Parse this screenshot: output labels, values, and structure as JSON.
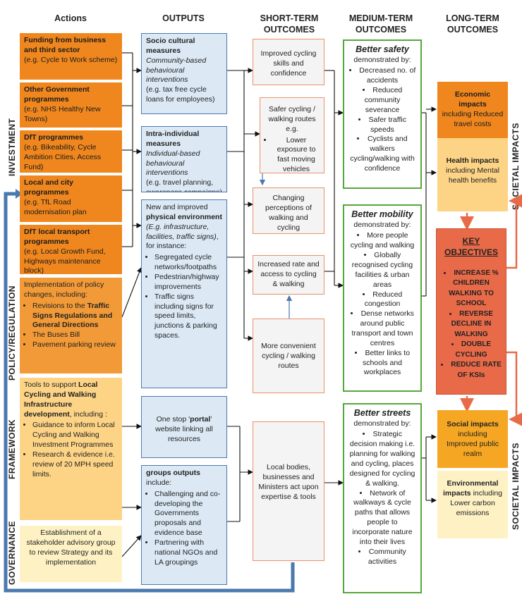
{
  "headers": {
    "actions": "Actions",
    "outputs": "OUTPUTS",
    "short_term": "SHORT-TERM OUTCOMES",
    "medium_term": "MEDIUM-TERM OUTCOMES",
    "long_term": "LONG-TERM OUTCOMES"
  },
  "side_labels": {
    "investment": "INVESTMENT",
    "policy": "POLICY/REGULATION",
    "framework": "FRAMEWORK",
    "governance": "GOVERNANCE",
    "societal_1": "SOCIETAL IMPACTS",
    "societal_2": "SOCIETAL IMPACTS"
  },
  "actions": {
    "a1_title": "Funding from business and third sector",
    "a1_sub": "(e.g. Cycle to Work scheme)",
    "a2_title": "Other Government programmes",
    "a2_sub": "(e.g. NHS Healthy New Towns)",
    "a3_title": "DfT programmes",
    "a3_sub": "(e.g. Bikeability, Cycle Ambition Cities, Access Fund)",
    "a4_title": "Local and city programmes",
    "a4_sub": "(e.g. TfL Road modernisation plan",
    "a5_title": "DfT local transport programmes",
    "a5_sub": "(e.g. Local Growth Fund, Highways maintenance block)",
    "policy_intro": "Implementation of policy changes, including:",
    "policy_b1_pre": "Revisions to the ",
    "policy_b1_bold": "Traffic Signs Regulations and General Directions",
    "policy_b2": "The Buses Bill",
    "policy_b3": "Pavement parking review",
    "fw_intro_pre": "Tools to support ",
    "fw_intro_bold": "Local Cycling and Walking Infrastructure development",
    "fw_intro_post": ", including :",
    "fw_b1": "Guidance to inform Local Cycling and Walking Investment Programmes",
    "fw_b2": "Research & evidence i.e. review of 20 MPH speed limits.",
    "gov_text": "Establishment of a stakeholder advisory group to review Strategy and its implementation"
  },
  "outputs": {
    "o1_title": "Socio cultural measures",
    "o1_ital": "Community-based behavioural interventions",
    "o1_sub": "(e.g. tax free cycle loans for employees)",
    "o2_title": "Intra-individual measures",
    "o2_ital": "Individual-based behavioural interventions",
    "o2_sub": "(e.g. travel planning, awareness campaigns)",
    "o3_pre": "New and improved ",
    "o3_bold": "physical environment",
    "o3_ital": "(E.g. infrastructure, facilities, traffic signs)",
    "o3_post": ", for instance:",
    "o3_b1": "Segregated cycle networks/footpaths",
    "o3_b2": "Pedestrian/highway improvements",
    "o3_b3": "Traffic signs including signs for speed limits, junctions & parking spaces.",
    "o4_pre": "One stop '",
    "o4_bold": "portal",
    "o4_post": "' website linking all resources",
    "o5_bold": "groups outputs",
    "o5_post": " include:",
    "o5_b1": "Challenging and co-developing the Governments proposals and evidence base",
    "o5_b2": "Partnering with national NGOs and LA groupings"
  },
  "short_term": {
    "s1": "Improved cycling skills and confidence",
    "s2": "Safer cycling / walking routes e.g.",
    "s2_b1": "Lower exposure to fast moving vehicles",
    "s3": "Changing perceptions of walking and cycling",
    "s4": "Increased rate and access to cycling & walking",
    "s5": "More convenient cycling / walking routes",
    "s6": "Local bodies, businesses and Ministers act upon expertise & tools"
  },
  "medium_term": {
    "m1_title": "Better safety",
    "m1_sub": "demonstrated by:",
    "m1_items": [
      "Decreased no. of accidents",
      "Reduced community severance",
      "Safer traffic speeds",
      "Cyclists and walkers cycling/walking with confidence"
    ],
    "m2_title": "Better mobility",
    "m2_sub": "demonstrated by:",
    "m2_items": [
      "More people cycling and walking",
      "Globally recognised cycling facilities & urban areas",
      "Reduced congestion",
      "Dense networks around public transport and town centres",
      "Better links to schools and workplaces"
    ],
    "m3_title": "Better streets",
    "m3_sub": "demonstrated by:",
    "m3_items": [
      "Strategic decision making i.e. planning for walking and cycling, places designed for cycling & walking.",
      "Network of walkways & cycle paths that allows people to incorporate nature into their lives",
      "Community activities"
    ]
  },
  "long_term": {
    "econ_bold": "Economic impacts",
    "econ_text": "including Reduced travel costs",
    "health_bold": "Health impacts",
    "health_text": "including Mental health benefits",
    "key_title": "KEY OBJECTIVES",
    "key_items": [
      "INCREASE % CHILDREN WALKING TO SCHOOL",
      "REVERSE DECLINE IN WALKING",
      "DOUBLE CYCLING",
      "REDUCE RATE OF KSIs"
    ],
    "social_bold": "Social impacts",
    "social_text": "including Improved public realm",
    "env_bold": "Environmental impacts",
    "env_text": "including Lower carbon emissions"
  },
  "colors": {
    "orange": "#f0871e",
    "yellow": "#fbc05a",
    "cream": "#fef2c4",
    "blue_fill": "#dce9f5",
    "blue_line": "#4a79b0",
    "green_border": "#55a83a",
    "key_red": "#e96a48"
  }
}
